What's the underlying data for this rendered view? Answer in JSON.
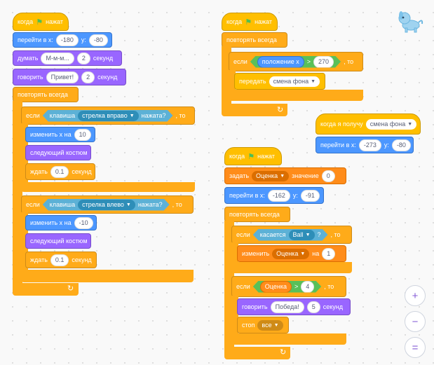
{
  "script1": {
    "hat": "когда",
    "hat2": "нажат",
    "goto": "перейти в x:",
    "goto_x": "-180",
    "goto_y_label": "y:",
    "goto_y": "-80",
    "think": "думать",
    "think_text": "М-м-м...",
    "think_secs": "2",
    "think_secs_label": "секунд",
    "say": "говорить",
    "say_text": "Привет!",
    "say_secs": "2",
    "say_secs_label": "секунд",
    "forever": "повторять всегда",
    "if1": "если",
    "key1": "клавиша",
    "key1_val": "стрелка вправо",
    "pressed": "нажата?",
    "then": ", то",
    "changex1": "изменить х на",
    "changex1_val": "10",
    "nextcostume": "следующий костюм",
    "wait": "ждать",
    "wait_val": "0.1",
    "wait_label": "секунд",
    "if2": "если",
    "key2_val": "стрелка влево",
    "changex2_val": "-10"
  },
  "script2": {
    "hat": "когда",
    "hat2": "нажат",
    "forever": "повторять всегда",
    "if": "если",
    "xpos": "положение x",
    "gt": ">",
    "gt_val": "270",
    "then": ", то",
    "broadcast": "передать",
    "broadcast_val": "смена фона"
  },
  "script3": {
    "hat": "когда я получу",
    "hat_val": "смена фона",
    "goto": "перейти в x:",
    "goto_x": "-273",
    "goto_y_label": "y:",
    "goto_y": "-80"
  },
  "script4": {
    "hat": "когда",
    "hat2": "нажат",
    "set": "задать",
    "set_var": "Оценка",
    "set_label": "значение",
    "set_val": "0",
    "goto": "перейти в x:",
    "goto_x": "-162",
    "goto_y_label": "y:",
    "goto_y": "-91",
    "forever": "повторять всегда",
    "if1": "если",
    "touching": "касается",
    "touching_val": "Ball",
    "q": "?",
    "then": ", то",
    "change": "изменить",
    "change_var": "Оценка",
    "change_label": "на",
    "change_val": "1",
    "if2": "если",
    "score": "Оценка",
    "gt": ">",
    "gt_val": "4",
    "say": "говорить",
    "say_text": "Победа!",
    "say_secs": "5",
    "say_secs_label": "секунд",
    "stop": "стоп",
    "stop_val": "все"
  },
  "zoom": {
    "in": "+",
    "out": "−",
    "reset": "="
  },
  "icons": {
    "flag": "green-flag-icon",
    "loop": "loop-arrow-icon",
    "sprite": "dog-sprite-icon"
  },
  "colors": {
    "events": "#ffbf00",
    "motion": "#4c97ff",
    "looks": "#9966ff",
    "control": "#ffab19",
    "sensing": "#5cb1d6",
    "variables": "#ff8c1a",
    "operators": "#59c059"
  }
}
